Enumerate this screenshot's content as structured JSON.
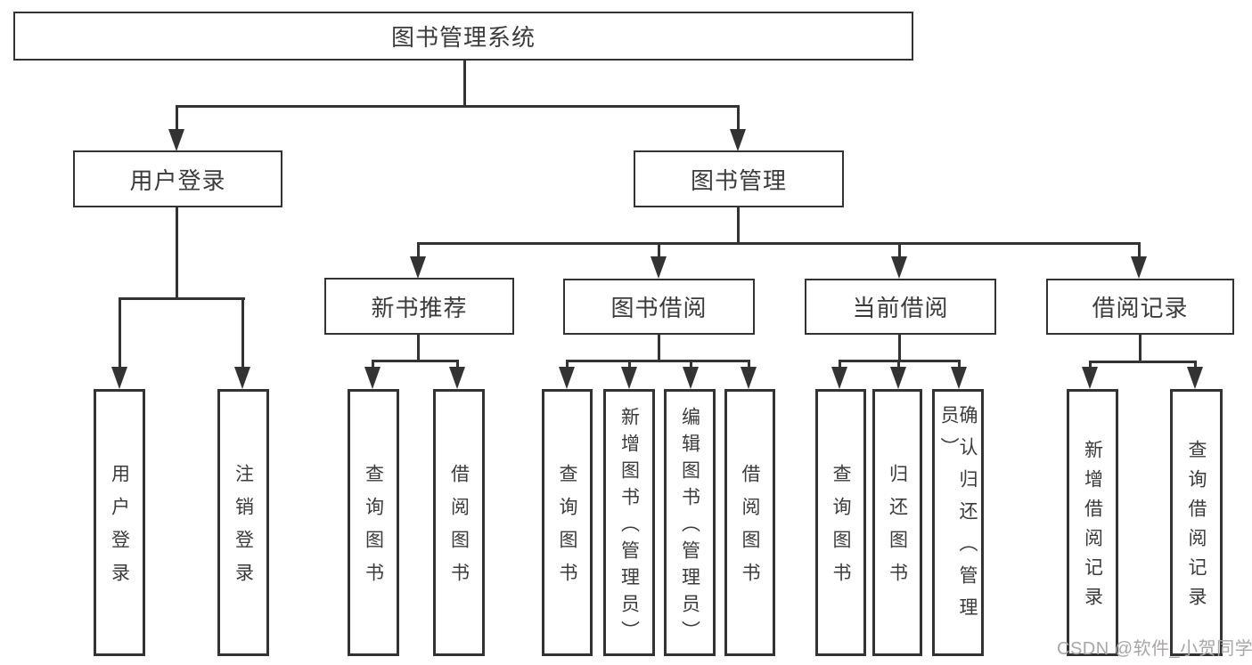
{
  "colors": {
    "line": "#333333",
    "text": "#3b3b3b",
    "box_fill": "#ffffff",
    "background": "#ffffff",
    "watermark": "#a9a6a6"
  },
  "watermark": {
    "text": "CSDN @软件_小贺同学"
  },
  "tree": {
    "label": "图书管理系统",
    "children": [
      {
        "label": "用户登录",
        "children": [
          {
            "label": "用户登录"
          },
          {
            "label": "注销登录"
          }
        ]
      },
      {
        "label": "图书管理",
        "children": [
          {
            "label": "新书推荐",
            "children": [
              {
                "label": "查询图书"
              },
              {
                "label": "借阅图书"
              }
            ]
          },
          {
            "label": "图书借阅",
            "children": [
              {
                "label": "查询图书"
              },
              {
                "label": "新增图书（管理员）"
              },
              {
                "label": "编辑图书（管理员）"
              },
              {
                "label": "借阅图书"
              }
            ]
          },
          {
            "label": "当前借阅",
            "children": [
              {
                "label": "查询图书"
              },
              {
                "label": "归还图书"
              },
              {
                "label": "确认归还（管理员）"
              }
            ]
          },
          {
            "label": "借阅记录",
            "children": [
              {
                "label": "新增借阅记录"
              },
              {
                "label": "查询借阅记录"
              }
            ]
          }
        ]
      }
    ]
  }
}
